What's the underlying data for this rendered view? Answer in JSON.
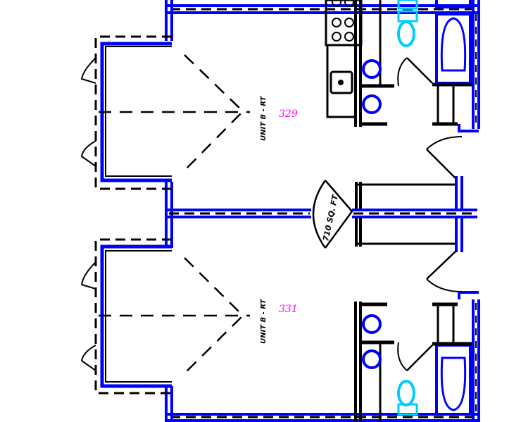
{
  "plan": {
    "units": [
      {
        "id": "unit-top",
        "room_number": "329",
        "unit_label": "UNIT B - RT"
      },
      {
        "id": "unit-bottom",
        "room_number": "331",
        "unit_label": "UNIT B - RT"
      }
    ],
    "area_label": "710 SQ. FT"
  },
  "colors": {
    "wall_outer": "#0000ff",
    "wall_line": "#000000",
    "room_number": "#ff00ff",
    "fixture_accent": "#00ccff",
    "background": "#ffffff"
  }
}
